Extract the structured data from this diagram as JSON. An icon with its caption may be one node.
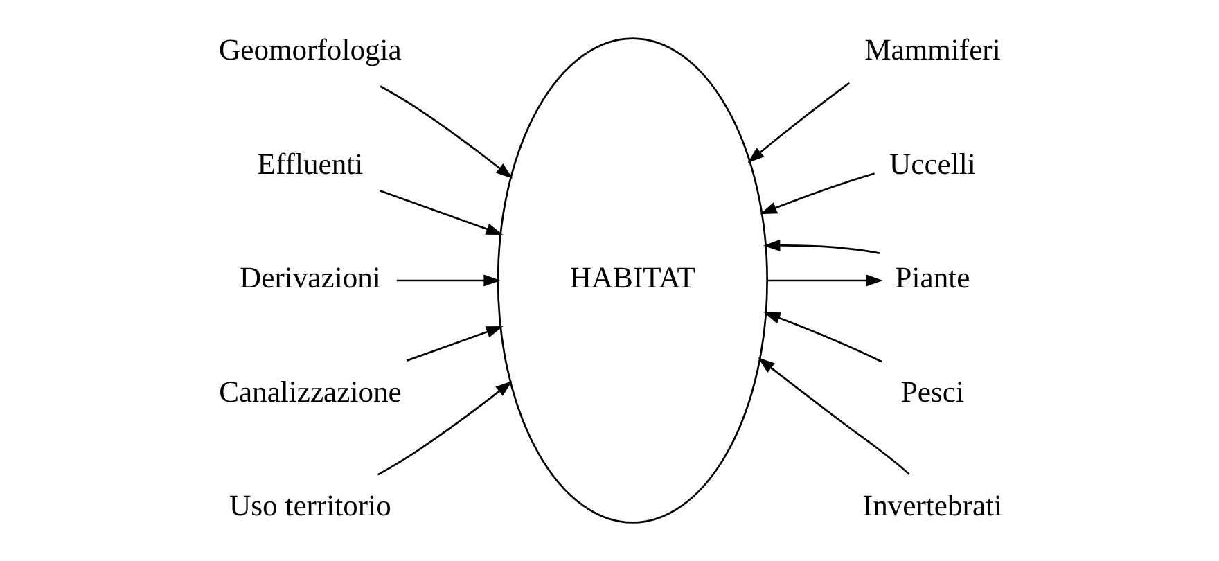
{
  "diagram": {
    "nodes": [
      {
        "text": [
          "HABITAT"
        ]
      },
      {
        "text": [
          "Geomorfologia"
        ]
      },
      {
        "text": [
          "Effluenti"
        ]
      },
      {
        "text": [
          "Derivazioni"
        ]
      },
      {
        "text": [
          "Canalizzazione"
        ]
      },
      {
        "text": [
          "Uso territorio"
        ]
      },
      {
        "text": [
          "Mammiferi"
        ]
      },
      {
        "text": [
          "Uccelli"
        ]
      },
      {
        "text": [
          "Piante"
        ]
      },
      {
        "text": [
          "Pesci"
        ]
      },
      {
        "text": [
          "Invertebrati"
        ]
      }
    ],
    "edges": [
      {
        "from": 1,
        "to": 0,
        "arrow": "to"
      },
      {
        "from": 2,
        "to": 0,
        "arrow": "to"
      },
      {
        "from": 3,
        "to": 0,
        "arrow": "to"
      },
      {
        "from": 4,
        "to": 0,
        "arrow": "to"
      },
      {
        "from": 5,
        "to": 0,
        "arrow": "to"
      },
      {
        "from": 6,
        "to": 0,
        "arrow": "to"
      },
      {
        "from": 7,
        "to": 0,
        "arrow": "to"
      },
      {
        "from": 0,
        "to": 8,
        "arrow": "to"
      },
      {
        "from": 8,
        "to": 0,
        "arrow": "to"
      },
      {
        "from": 9,
        "to": 0,
        "arrow": "to"
      },
      {
        "from": 10,
        "to": 0,
        "arrow": "to"
      }
    ]
  }
}
